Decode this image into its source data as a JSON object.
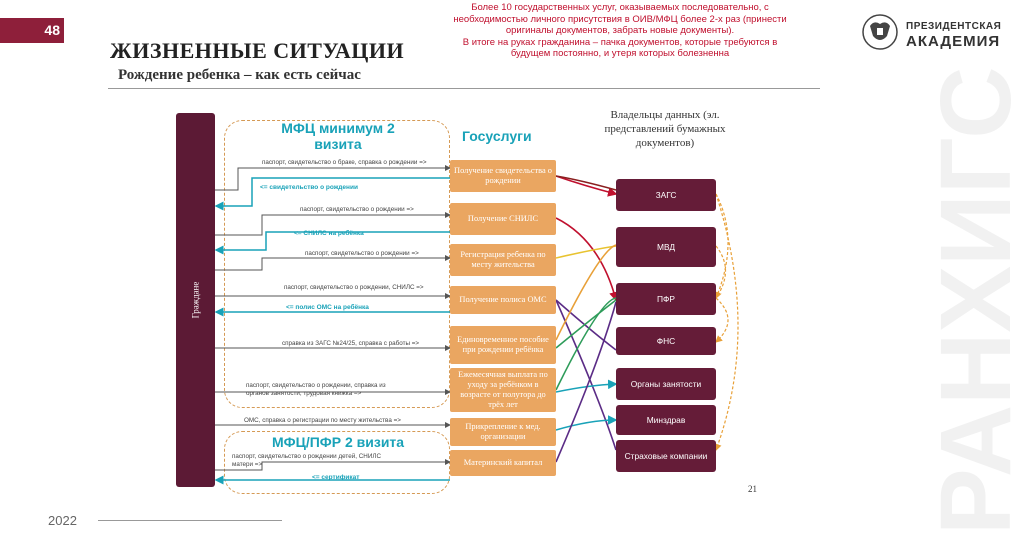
{
  "page_number": "48",
  "header": {
    "title": "ЖИЗНЕННЫЕ СИТУАЦИИ",
    "subtitle": "Рождение ребенка – как есть сейчас"
  },
  "note_lines": [
    "Более 10 государственных услуг, оказываемых последовательно, с",
    "необходимостью личного присутствия в ОИВ/МФЦ более 2-х раз (принести",
    "оригиналы документов, забрать новые документы).",
    "В итоге на руках гражданина – пачка документов, которые требуются  в",
    "будущем постоянно, и утеря которых болезненна"
  ],
  "logo": {
    "line1": "ПРЕЗИДЕНТСКАЯ",
    "line2": "АКАДЕМИЯ",
    "icon": "eagle-crest-icon"
  },
  "watermark": "РАНХИГС",
  "footer": {
    "year": "2022",
    "slide_number": "21"
  },
  "diagram": {
    "citizens_label": "Граждане",
    "mfc_group1_title": "МФЦ минимум 2 визита",
    "mfc_group2_title": "МФЦ/ПФР 2 визита",
    "gosuslugi_title": "Госуслуги",
    "owners_title": "Владельцы данных (эл. представлений бумажных документов)",
    "services": [
      "Получение свидетельства о рождении",
      "Получение СНИЛС",
      "Регистрация ребенка по месту жительства",
      "Получение полиса ОМС",
      "Единовременное пособие при рождении ребёнка",
      "Ежемесячная выплата по уходу за ребёнком в возрасте от полутора до трёх лет",
      "Прикрепление к мед. организации",
      "Материнский капитал"
    ],
    "owners": [
      "ЗАГС",
      "МВД",
      "ПФР",
      "ФНС",
      "Органы занятости",
      "Минздрав",
      "Страховые компании"
    ],
    "doc_labels": [
      "паспорт, свидетельство о браке, справка о рождении =>",
      "паспорт, свидетельство о рождении =>",
      "паспорт, свидетельство о рождении =>",
      "паспорт, свидетельство о рождении, СНИЛС =>",
      "справка из ЗАГС №24/25, справка с работы =>",
      "паспорт, свидетельство о рождении, справка из",
      "органов занятости, трудовая книжка =>",
      "ОМС, справка о регистрации по месту жительства =>",
      "паспорт, свидетельство о рождении детей, СНИЛС",
      "матери =>"
    ],
    "return_labels": [
      "<= свидетельство о рождении",
      "<= СНИЛС на ребёнка",
      "<= полис ОМС на ребёнка",
      "<= сертификат"
    ]
  },
  "colors": {
    "brand": "#8e1f3a",
    "citizens": "#5c1a35",
    "service": "#eaa661",
    "owner": "#651c38",
    "teal": "#19a2b8",
    "note": "#c0102e"
  }
}
